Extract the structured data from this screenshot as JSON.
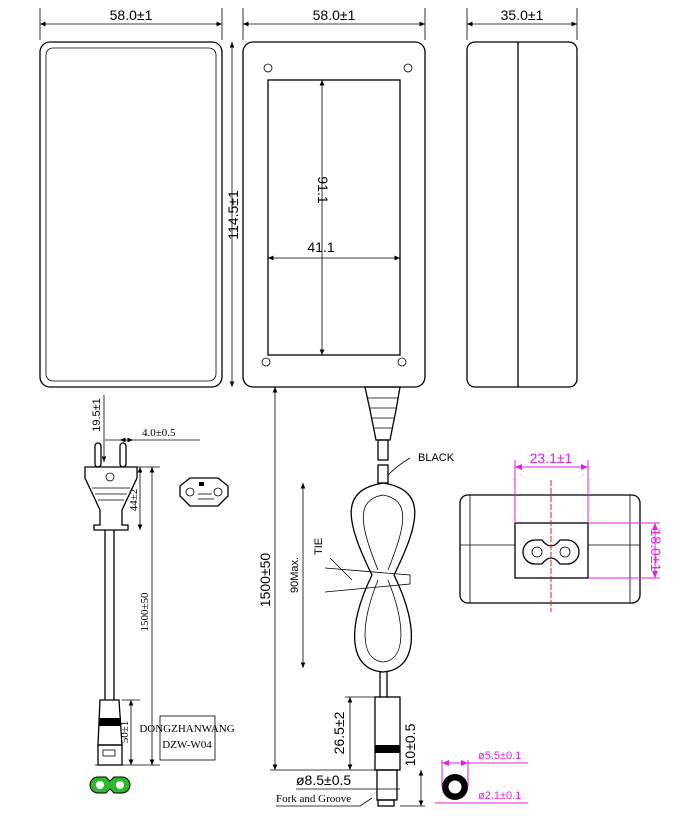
{
  "drawing": {
    "top_views": {
      "front_width": "58.0±1",
      "back_width": "58.0±1",
      "side_depth": "35.0±1",
      "height": "114.5±1",
      "label_height": "91.1",
      "label_width": "41.1"
    },
    "cable": {
      "color_label": "BLACK",
      "tie_label": "TIE",
      "bundle_length": "90Max.",
      "total_length": "1500±50",
      "plug_length": "26.5±2",
      "tip_length": "10±0.5",
      "plug_diameter": "ø8.5±0.5",
      "fork_note": "Fork and Groove",
      "outer_diameter": "ø5.5±0.1",
      "inner_diameter": "ø2.1±0.1"
    },
    "end_view": {
      "socket_width": "23.1±1",
      "socket_height": "18.0±1"
    },
    "power_cord": {
      "pin_length": "19.5±1",
      "pin_diameter": "4.0±0.5",
      "plug_length": "44±2",
      "cord_length": "1500±50",
      "connector_length": "50±1",
      "label_brand": "DONGZHANWANG",
      "label_model": "DZW-W04"
    },
    "colors": {
      "dimension_accent": "#e020e0",
      "centerline": "#e02020",
      "connector_fill": "#2db82d"
    }
  }
}
